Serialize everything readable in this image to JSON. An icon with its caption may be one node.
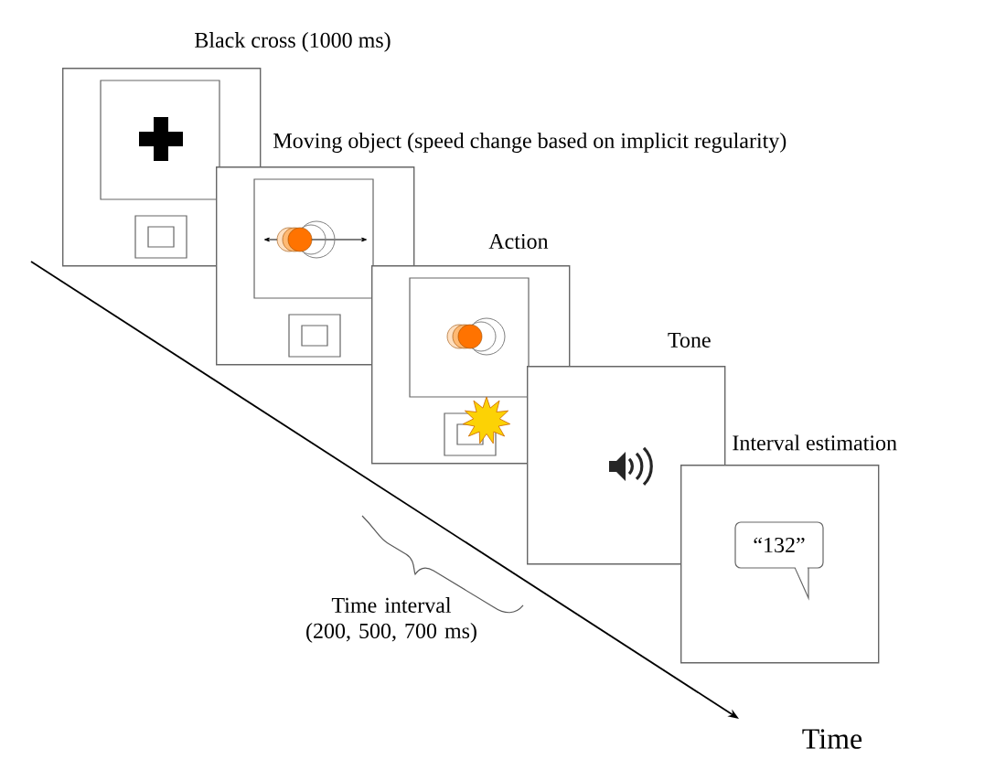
{
  "diagram": {
    "nodes": [
      {
        "text": [
          "Black cross (1000 ms)"
        ]
      },
      {
        "text": [
          "Moving object (speed change based on implicit regularity)"
        ]
      },
      {
        "text": [
          "Action"
        ]
      },
      {
        "text": [
          "Tone"
        ]
      },
      {
        "text": [
          "Interval estimation"
        ]
      },
      {
        "text": [
          "“132”"
        ],
        "in": 4
      }
    ],
    "labels": [
      "Time interval (200, 500, 700 ms)",
      "Time"
    ]
  }
}
